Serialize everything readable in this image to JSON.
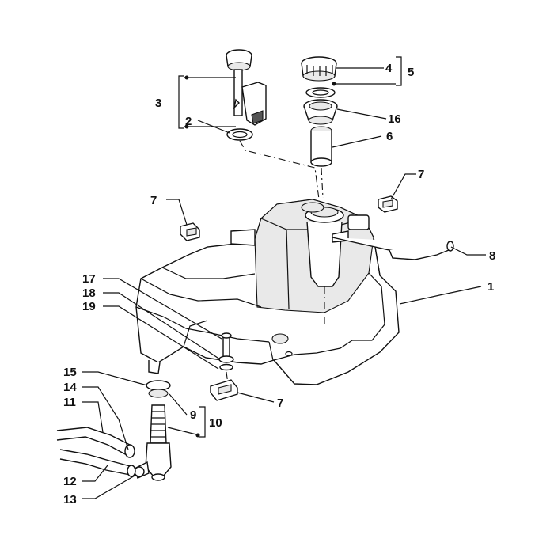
{
  "labels": {
    "l1": "1",
    "l2": "2",
    "l3": "3",
    "l4": "4",
    "l5": "5",
    "l6": "6",
    "l7a": "7",
    "l7b": "7",
    "l7c": "7",
    "l8": "8",
    "l9": "9",
    "l10": "10",
    "l11": "11",
    "l12": "12",
    "l13": "13",
    "l14": "14",
    "l15": "15",
    "l16": "16",
    "l17": "17",
    "l18": "18",
    "l19": "19"
  }
}
